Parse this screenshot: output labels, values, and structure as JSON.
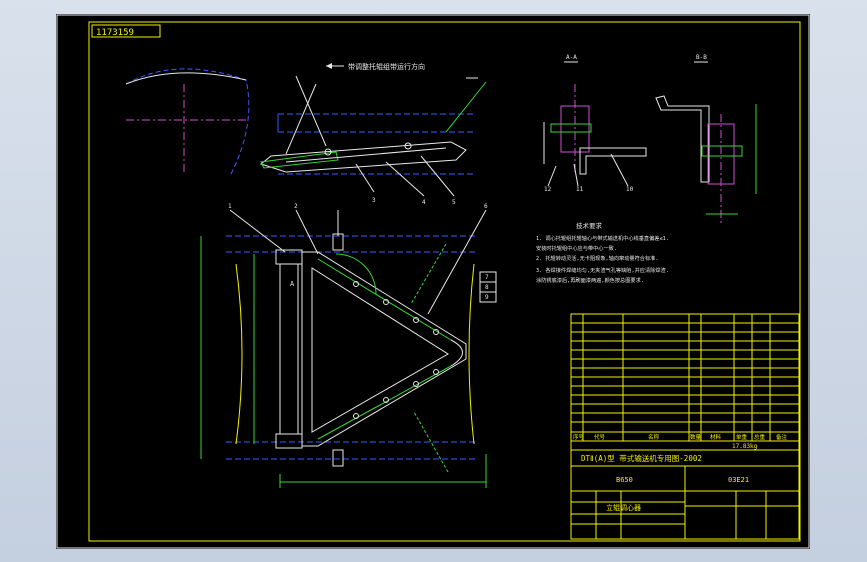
{
  "drawing": {
    "ref_number": "1173159",
    "callout_note": "带调整托辊组带运行方向",
    "section_a_label": "A-A",
    "section_b_label": "B-B",
    "view_letter": "A"
  },
  "part_balloons": [
    "1",
    "2",
    "3",
    "4",
    "5",
    "6",
    "7",
    "8",
    "9",
    "10",
    "11",
    "12"
  ],
  "tech_requirements": {
    "title": "技术要求",
    "lines": [
      "1. 调心托辊组托辊轴心与带式输送机中心线垂直偏差≤1.",
      "   安装时托辊组中心应与带中心一致.",
      "2. 托辊转动灵活,无卡阻现象,轴向窜动量符合标准.",
      "3. 各焊接件焊缝均匀,无夹渣气孔等缺陷,并应清除焊渣.",
      "   涂防锈底漆后,再刷面漆两遍,颜色按总图要求."
    ]
  },
  "title_block": {
    "series": "DTⅡ(A)型 带式输送机专用图-2002",
    "width_code": "B650",
    "drawing_code": "03E21",
    "part_name": "立辊调心器",
    "total_weight": "17.83kg",
    "bom_header": [
      "序号",
      "代号",
      "名称",
      "数量",
      "材料",
      "单重",
      "总重",
      "备注"
    ]
  },
  "colors": {
    "frame": "#f2f200",
    "object": "#e8e8e8",
    "dimension": "#34d934",
    "hidden": "#3a5cff",
    "center": "#d24bd2",
    "paper": "#000000"
  }
}
